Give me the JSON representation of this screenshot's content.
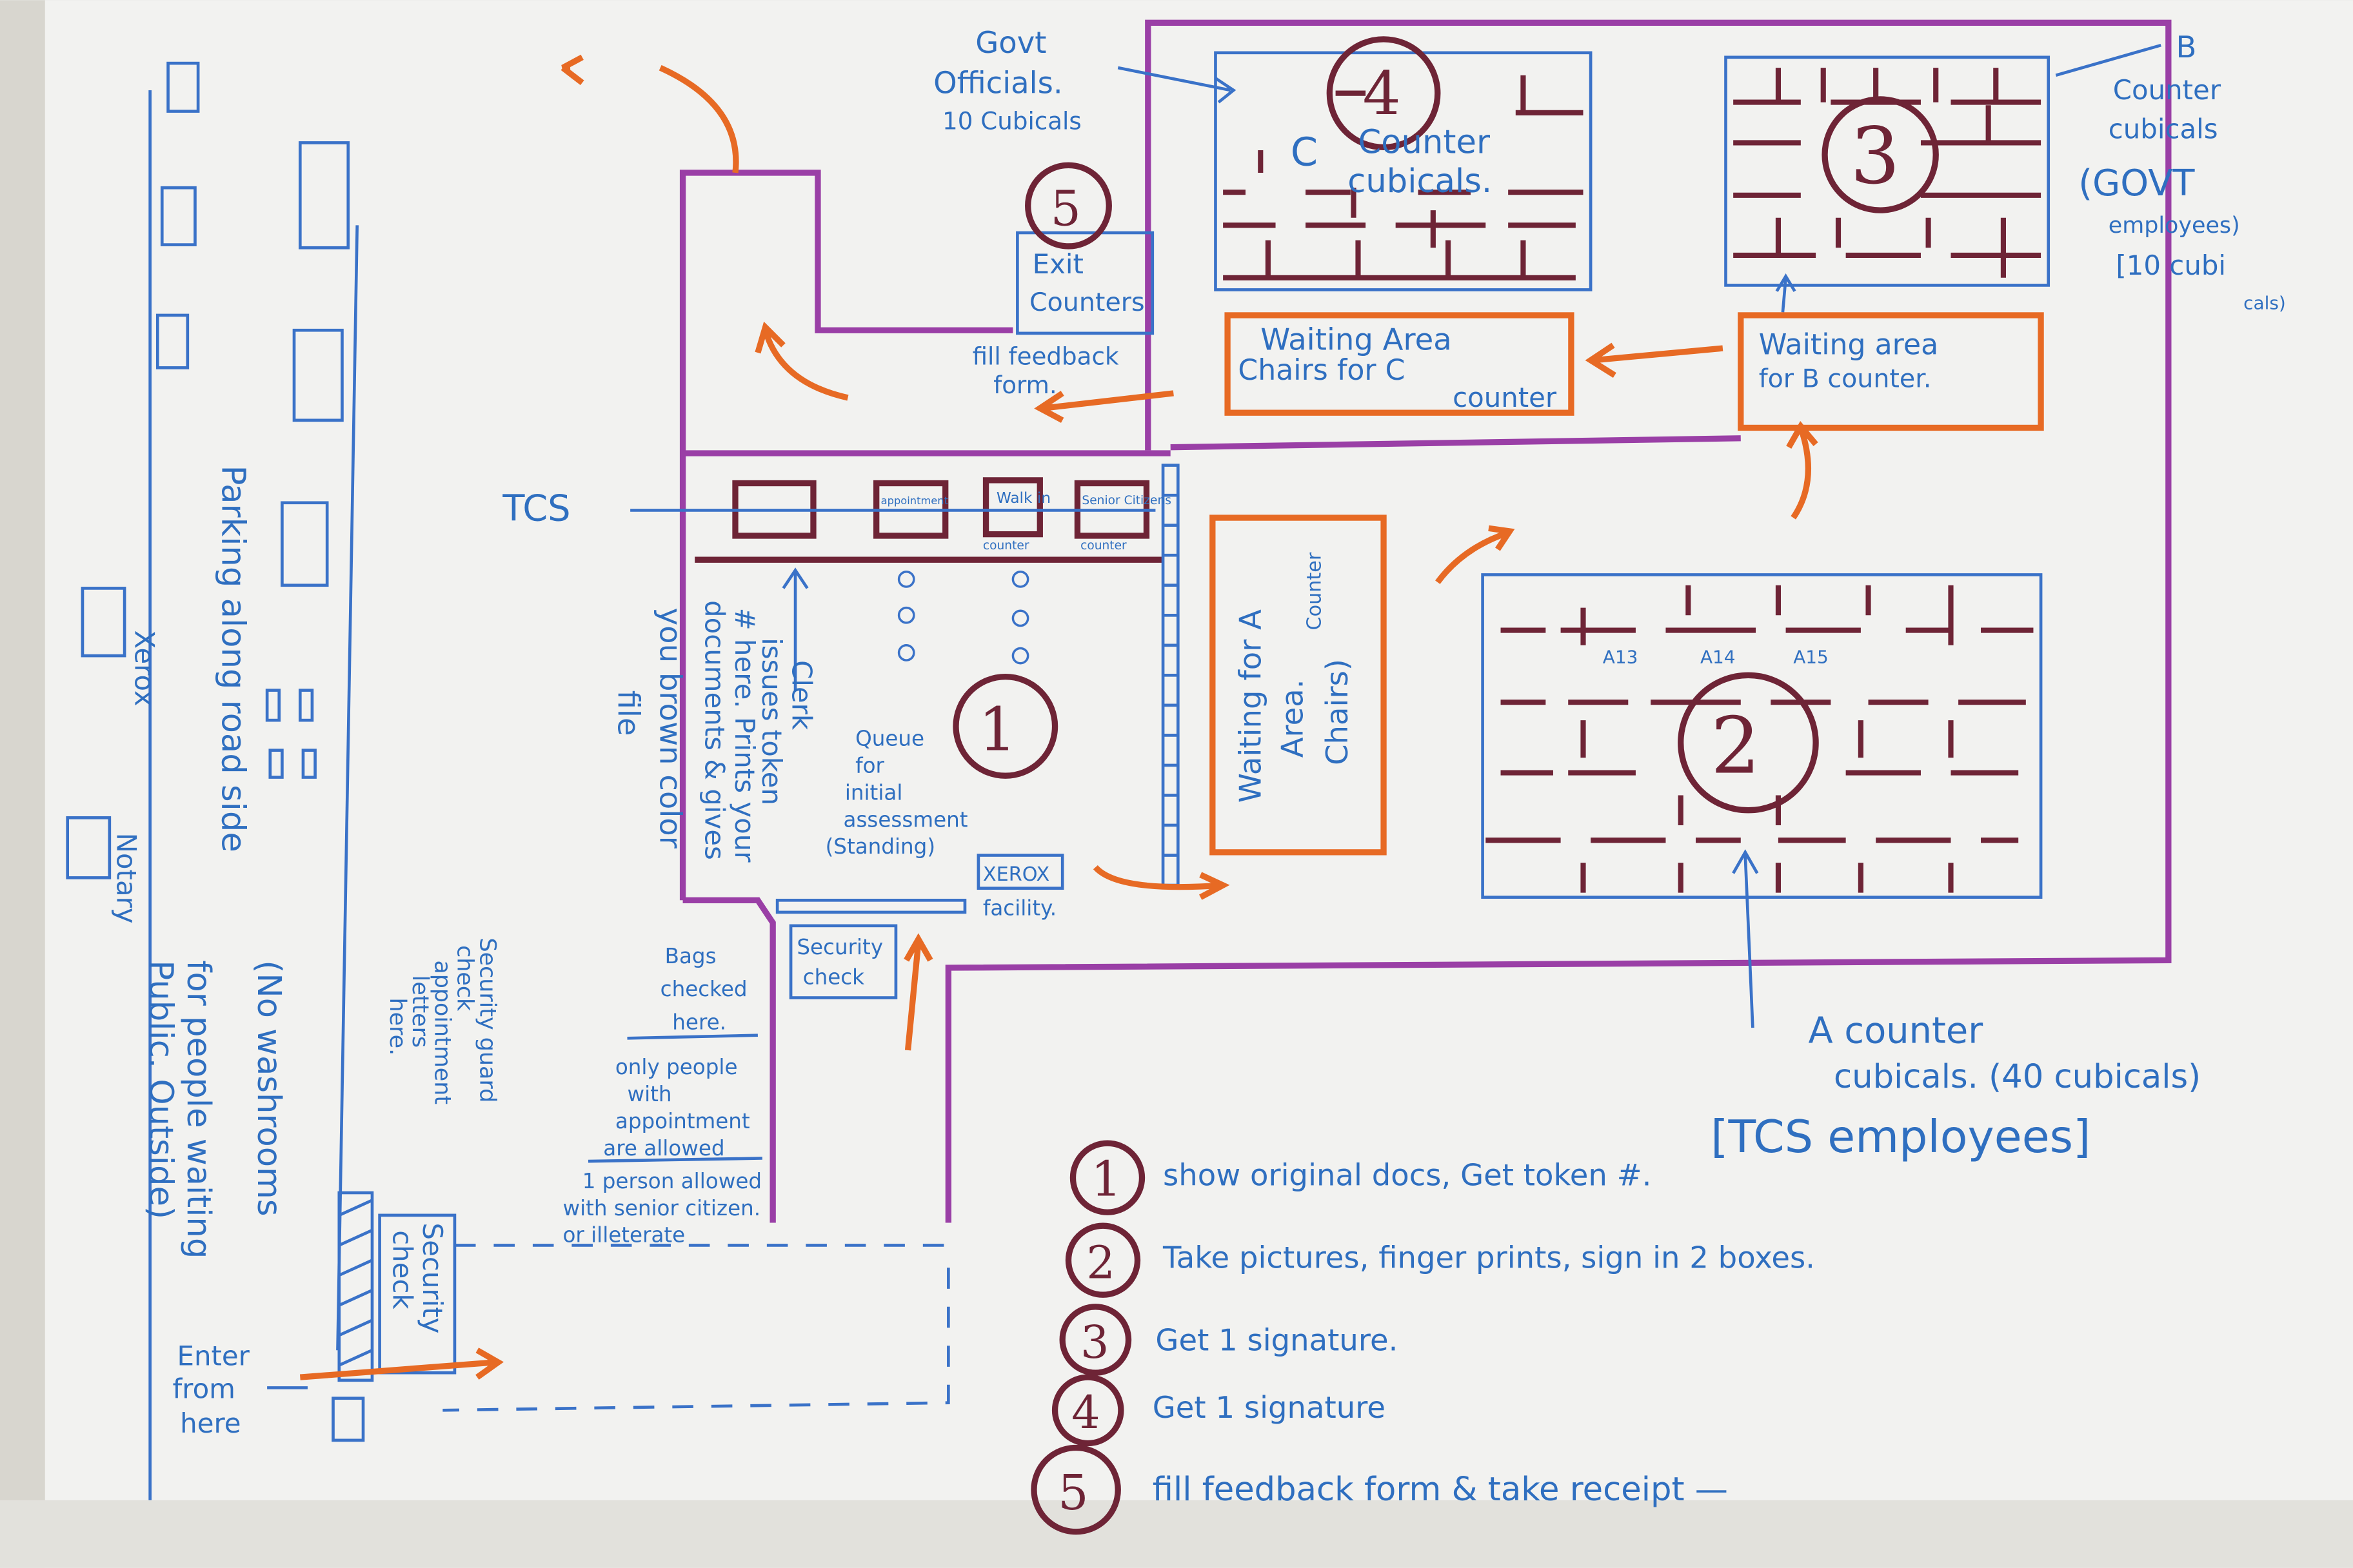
{
  "title_labels": {
    "tcs": "TCS",
    "govt_officials": [
      "Govt",
      "Officials.",
      "10 Cubicals"
    ],
    "b_counter_note": [
      "B",
      "Counter",
      "cubicals",
      "(GOVT",
      "employees)",
      "[10 cubi",
      "cals)"
    ],
    "c_counter": [
      "C",
      "Counter",
      "cubicals."
    ],
    "exit_counters": [
      "Exit",
      "Counters"
    ],
    "fill_feedback": [
      "fill feedback",
      "form."
    ],
    "waiting_c": [
      "Waiting Area",
      "Chairs for C",
      "counter"
    ],
    "waiting_b": [
      "Waiting area",
      "for B counter."
    ],
    "waiting_a": [
      "Waiting for A",
      "Area.",
      "Chairs)",
      "Counter"
    ],
    "a_counter": [
      "A counter",
      "cubicals. (40 cubicals)",
      "[TCS employees]"
    ],
    "cubicle_labels": [
      "A13",
      "A14",
      "A15"
    ],
    "counters": [
      "appointment",
      "Walk in",
      "counter",
      "Senior Citizens",
      "counter"
    ],
    "clerk_note": [
      "Clerk",
      "issues token",
      "# here. Prints your",
      "documents & gives",
      "you brown color",
      "file"
    ],
    "queue_note": [
      "Queue",
      "for",
      "initial",
      "assessment",
      "(Standing)"
    ],
    "xerox_box": "XEROX",
    "xerox_facility": "facility.",
    "security_check_inner": [
      "Security",
      "check"
    ],
    "bags_note": [
      "Bags",
      "checked",
      "here."
    ],
    "appointment_note": [
      "only people",
      "with",
      "appointment",
      "are allowed"
    ],
    "one_person_note": [
      "1 person allowed",
      "with senior citizen.",
      "or illeterate"
    ],
    "guard_note": [
      "Security guard",
      "check",
      "appointment",
      "letters",
      "here."
    ],
    "security_check_gate": [
      "Security",
      "check"
    ],
    "enter_note": [
      "Enter",
      "from",
      "here"
    ],
    "parking_note": [
      "Parking along road side",
      "for people waiting"
    ],
    "washroom_note": [
      "(No washrooms",
      "for",
      "Public. Outside)"
    ],
    "xerox_outside": "Xerox",
    "notary_outside": "Notary"
  },
  "steps": [
    {
      "num": "1",
      "text": "show original docs, Get token #."
    },
    {
      "num": "2",
      "text": "Take pictures, finger prints, sign in 2 boxes."
    },
    {
      "num": "3",
      "text": "Get 1 signature."
    },
    {
      "num": "4",
      "text": "Get 1 signature"
    },
    {
      "num": "5",
      "text": "fill feedback form & take receipt —"
    }
  ],
  "zone_numbers": [
    "1",
    "2",
    "3",
    "4",
    "5"
  ],
  "colors": {
    "ink_blue": "#3a72c8",
    "maroon": "#6e2436",
    "purple": "#9a3fa6",
    "orange": "#e76a24",
    "paper": "#f2f2f0"
  }
}
